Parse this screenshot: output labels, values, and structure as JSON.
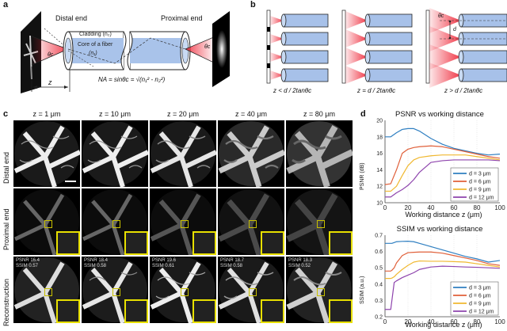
{
  "panel_a": {
    "label": "a",
    "distal_end": "Distal end",
    "proximal_end": "Proximal end",
    "cladding": "Cladding (n₂)",
    "core": "Core of a fiber",
    "core_index": "(n₁)",
    "z_label": "z",
    "theta_left": "θc",
    "theta_right": "θc",
    "formula": "NA = sinθc = √(n₁² - n₂²)"
  },
  "panel_b": {
    "label": "b",
    "cases": [
      {
        "caption": "z < d / 2tanθc"
      },
      {
        "caption": "z = d / 2tanθc"
      },
      {
        "caption": "z > d / 2tanθc"
      }
    ],
    "theta_label": "θc",
    "d_label": "d"
  },
  "panel_c": {
    "label": "c",
    "columns": [
      "z = 1 μm",
      "z = 10 μm",
      "z = 20 μm",
      "z = 40 μm",
      "z = 80 μm"
    ],
    "rows": [
      "Distal end",
      "Proximal end",
      "Reconstruction"
    ],
    "metrics": [
      {
        "psnr": "PSNR 16.4",
        "ssim": "SSIM 0.57"
      },
      {
        "psnr": "PSNR 18.4",
        "ssim": "SSIM 0.58"
      },
      {
        "psnr": "PSNR 19.6",
        "ssim": "SSIM 0.61"
      },
      {
        "psnr": "PSNR 18.7",
        "ssim": "SSIM 0.58"
      },
      {
        "psnr": "PSNR 18.3",
        "ssim": "SSIM 0.52"
      }
    ]
  },
  "panel_d": {
    "label": "d"
  },
  "chart_data": [
    {
      "type": "line",
      "title": "PSNR vs working distance",
      "xlabel": "Working distance z (μm)",
      "ylabel": "PSNR (dB)",
      "xlim": [
        0,
        100
      ],
      "ylim": [
        10,
        20
      ],
      "xticks": [
        0,
        20,
        40,
        60,
        80,
        100
      ],
      "yticks": [
        10,
        12,
        14,
        16,
        18,
        20
      ],
      "grid": "vertical dotted",
      "legend_position": "lower right",
      "x": [
        0,
        5,
        10,
        15,
        20,
        25,
        30,
        40,
        50,
        60,
        70,
        80,
        90,
        100
      ],
      "series": [
        {
          "name": "d = 3 μm",
          "color": "#2f7fc1",
          "values": [
            18.0,
            18.0,
            18.5,
            18.9,
            19.0,
            19.0,
            18.7,
            17.8,
            17.1,
            16.6,
            16.3,
            16.0,
            15.8,
            15.9
          ]
        },
        {
          "name": "d = 6 μm",
          "color": "#e0603a",
          "values": [
            12.2,
            12.3,
            14.0,
            16.0,
            16.5,
            16.7,
            16.8,
            16.9,
            16.8,
            16.5,
            16.2,
            15.9,
            15.6,
            15.4
          ]
        },
        {
          "name": "d = 9 μm",
          "color": "#f0b830",
          "values": [
            11.4,
            11.4,
            12.0,
            13.3,
            14.5,
            15.2,
            15.5,
            15.7,
            15.8,
            15.8,
            15.8,
            15.6,
            15.4,
            15.2
          ]
        },
        {
          "name": "d = 12 μm",
          "color": "#8e44ad",
          "values": [
            10.7,
            10.7,
            11.2,
            11.6,
            12.1,
            12.8,
            13.7,
            14.9,
            15.1,
            15.2,
            15.2,
            15.2,
            15.2,
            15.1
          ]
        }
      ]
    },
    {
      "type": "line",
      "title": "SSIM vs working distance",
      "xlabel": "Working distance z (μm)",
      "ylabel": "SSIM (a.u.)",
      "xlim": [
        0,
        100
      ],
      "ylim": [
        0.2,
        0.7
      ],
      "xticks": [
        0,
        20,
        40,
        60,
        80,
        100
      ],
      "yticks": [
        0.2,
        0.3,
        0.4,
        0.5,
        0.6,
        0.7
      ],
      "grid": "vertical dotted",
      "legend_position": "lower right",
      "x": [
        0,
        5,
        6,
        8,
        10,
        15,
        20,
        25,
        30,
        40,
        50,
        60,
        70,
        80,
        90,
        100
      ],
      "series": [
        {
          "name": "d = 3 μm",
          "color": "#2f7fc1",
          "values": [
            0.65,
            0.65,
            0.65,
            0.655,
            0.66,
            0.662,
            0.663,
            0.66,
            0.65,
            0.63,
            0.61,
            0.59,
            0.57,
            0.555,
            0.535,
            0.545
          ]
        },
        {
          "name": "d = 6 μm",
          "color": "#e0603a",
          "values": [
            0.48,
            0.48,
            0.485,
            0.5,
            0.53,
            0.575,
            0.593,
            0.595,
            0.597,
            0.597,
            0.59,
            0.575,
            0.56,
            0.545,
            0.525,
            0.515
          ]
        },
        {
          "name": "d = 9 μm",
          "color": "#f0b830",
          "values": [
            0.435,
            0.435,
            0.437,
            0.445,
            0.46,
            0.49,
            0.515,
            0.535,
            0.542,
            0.54,
            0.54,
            0.538,
            0.535,
            0.525,
            0.515,
            0.505
          ]
        },
        {
          "name": "d = 12 μm",
          "color": "#8e44ad",
          "values": [
            0.245,
            0.245,
            0.3,
            0.41,
            0.42,
            0.44,
            0.455,
            0.47,
            0.49,
            0.505,
            0.51,
            0.508,
            0.505,
            0.503,
            0.5,
            0.497
          ]
        }
      ]
    }
  ]
}
